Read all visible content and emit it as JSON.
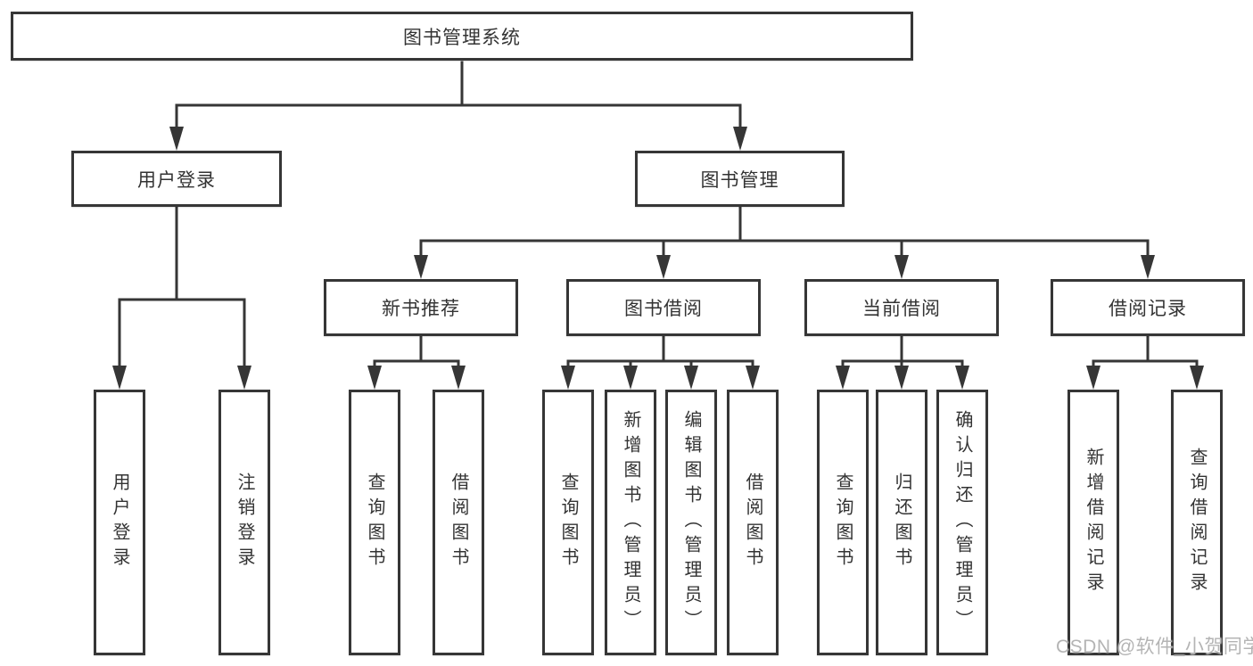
{
  "colors": {
    "line": "#363636",
    "box_border": "#363636",
    "text": "#333333",
    "watermark": "#b4b4b4",
    "background": "#ffffff"
  },
  "tree": {
    "root": {
      "label": "图书管理系统",
      "children": [
        {
          "label": "用户登录",
          "children": [
            {
              "label": "用户登录"
            },
            {
              "label": "注销登录"
            }
          ]
        },
        {
          "label": "图书管理",
          "children": [
            {
              "label": "新书推荐",
              "children": [
                {
                  "label": "查询图书"
                },
                {
                  "label": "借阅图书"
                }
              ]
            },
            {
              "label": "图书借阅",
              "children": [
                {
                  "label": "查询图书"
                },
                {
                  "label": "新增图书（管理员）"
                },
                {
                  "label": "编辑图书（管理员）"
                },
                {
                  "label": "借阅图书"
                }
              ]
            },
            {
              "label": "当前借阅",
              "children": [
                {
                  "label": "查询图书"
                },
                {
                  "label": "归还图书"
                },
                {
                  "label": "确认归还（管理员）"
                }
              ]
            },
            {
              "label": "借阅记录",
              "children": [
                {
                  "label": "新增借阅记录"
                },
                {
                  "label": "查询借阅记录"
                }
              ]
            }
          ]
        }
      ]
    }
  },
  "watermark": {
    "text": "CSDN @软件_小贺同学"
  }
}
